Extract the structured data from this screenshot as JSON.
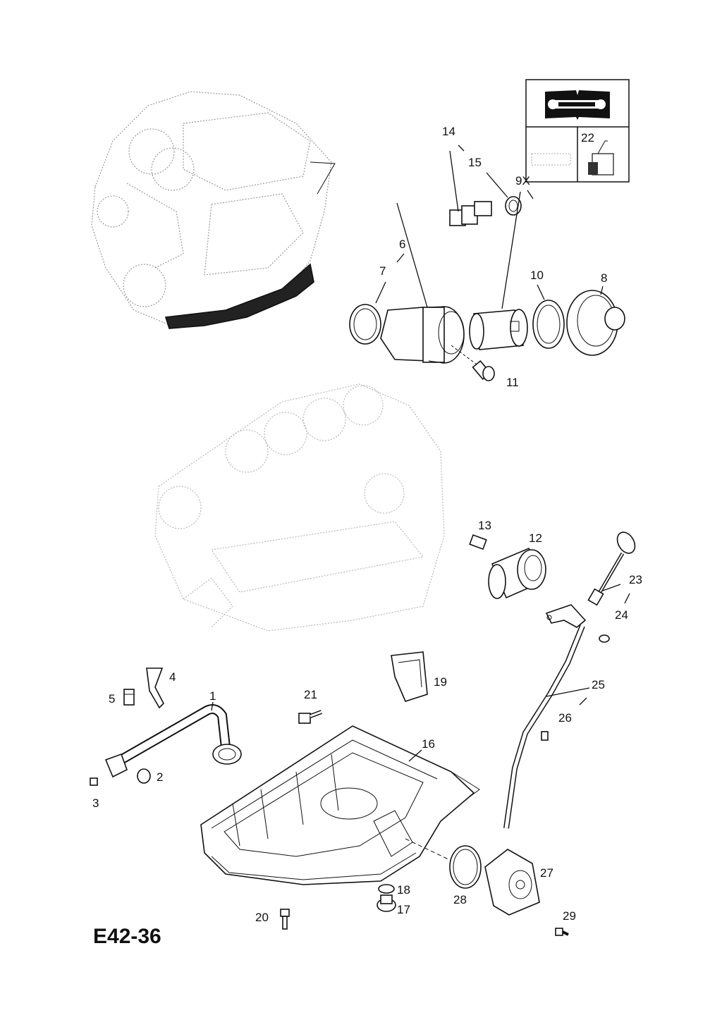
{
  "diagram_code": "E42-36",
  "callouts": {
    "c1": "1",
    "c2": "2",
    "c3": "3",
    "c4": "4",
    "c5": "5",
    "c6": "6",
    "c7": "7",
    "c8": "8",
    "c9x": "9X",
    "c10": "10",
    "c11": "11",
    "c12": "12",
    "c13": "13",
    "c14": "14",
    "c15": "15",
    "c16": "16",
    "c17": "17",
    "c18": "18",
    "c19": "19",
    "c20": "20",
    "c21": "21",
    "c22": "22",
    "c23": "23",
    "c24": "24",
    "c25": "25",
    "c26": "26",
    "c27": "27",
    "c28": "28",
    "c29": "29"
  },
  "legend_box": {
    "icon_top": "manual-wrench-icon",
    "icon_bottom": "sealant-bottle-icon"
  }
}
